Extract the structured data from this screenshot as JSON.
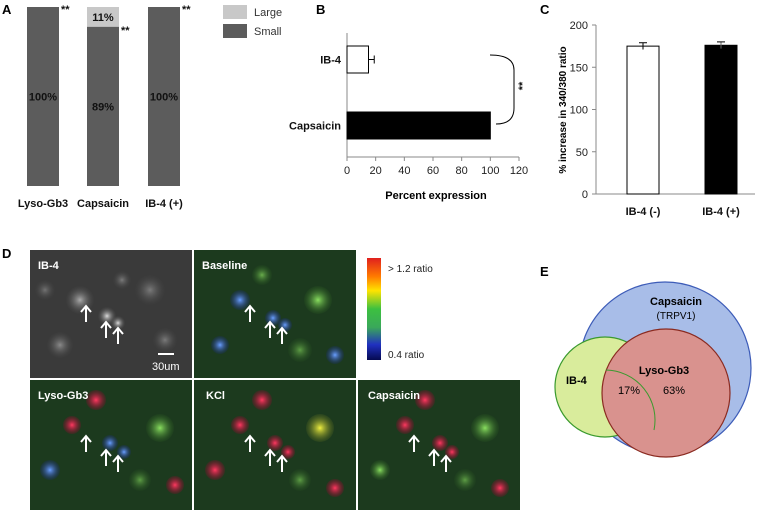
{
  "panel_labels": {
    "a": "A",
    "b": "B",
    "c": "C",
    "d": "D",
    "e": "E"
  },
  "colors": {
    "large": "#c8c8c8",
    "small": "#5c5c5c",
    "capsaicin_bar": "#000000",
    "ib4_bar": "#ffffff",
    "venn_capsaicin": "#a8bde8",
    "venn_ib4": "#d9ec9c",
    "venn_lyso": "#d9928e"
  },
  "chart_data": [
    {
      "type": "bar",
      "panel": "A",
      "categories": [
        "Lyso-Gb3",
        "Capsaicin",
        "IB-4 (+)"
      ],
      "series": [
        {
          "name": "Small",
          "values": [
            100,
            89,
            100
          ]
        },
        {
          "name": "Large",
          "values": [
            0,
            11,
            0
          ]
        }
      ],
      "labels": [
        "100%",
        "89%",
        "100%"
      ],
      "large_labels": [
        "",
        "11%",
        ""
      ],
      "significance": [
        "**",
        "**",
        "**"
      ],
      "legend": [
        "Large",
        "Small"
      ],
      "ylim": [
        0,
        100
      ]
    },
    {
      "type": "bar",
      "panel": "B",
      "orientation": "horizontal",
      "categories": [
        "IB-4",
        "Capsaicin"
      ],
      "values": [
        15,
        100
      ],
      "errors": [
        4,
        0
      ],
      "xlabel": "Percent expression",
      "xticks": [
        "0",
        "20",
        "40",
        "60",
        "80",
        "100",
        "120"
      ],
      "xlim": [
        0,
        120
      ],
      "significance": "**"
    },
    {
      "type": "bar",
      "panel": "C",
      "categories": [
        "IB-4 (-)",
        "IB-4 (+)"
      ],
      "values": [
        175,
        176
      ],
      "errors": [
        4,
        4
      ],
      "ylabel": "% increase in 340/380 ratio",
      "yticks": [
        "0",
        "50",
        "100",
        "150",
        "200"
      ],
      "ylim": [
        0,
        200
      ]
    }
  ],
  "panel_d": {
    "images": [
      "IB-4",
      "Baseline",
      "Lyso-Gb3",
      "KCl",
      "Capsaicin"
    ],
    "scale_bar": "30um",
    "colorbar_high": "> 1.2 ratio",
    "colorbar_low": "0.4 ratio"
  },
  "panel_e": {
    "capsaicin_label": "Capsaicin",
    "capsaicin_sub": "(TRPV1)",
    "ib4_label": "IB-4",
    "lyso_label": "Lyso-Gb3",
    "overlap_ib4": "17%",
    "overlap_caps": "63%"
  }
}
